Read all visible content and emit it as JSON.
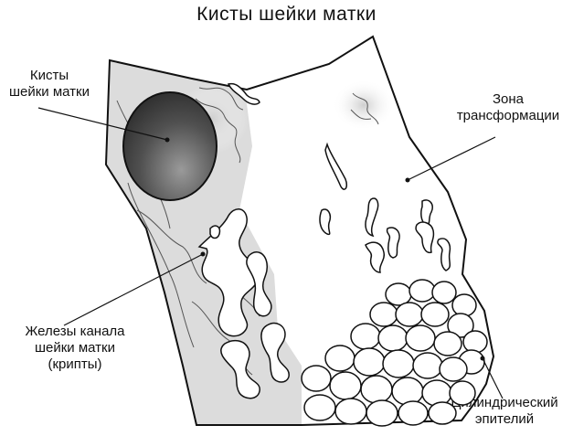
{
  "title": "Кисты  шейки матки",
  "labels": {
    "cysts": [
      "Кисты",
      "шейки матки"
    ],
    "transformation_zone": [
      "Зона",
      "трансформации"
    ],
    "glands": [
      "Железы канала",
      "шейки матки",
      "(крипты)"
    ],
    "epithelium": [
      "Цилиндрический",
      "эпителий"
    ]
  }
}
